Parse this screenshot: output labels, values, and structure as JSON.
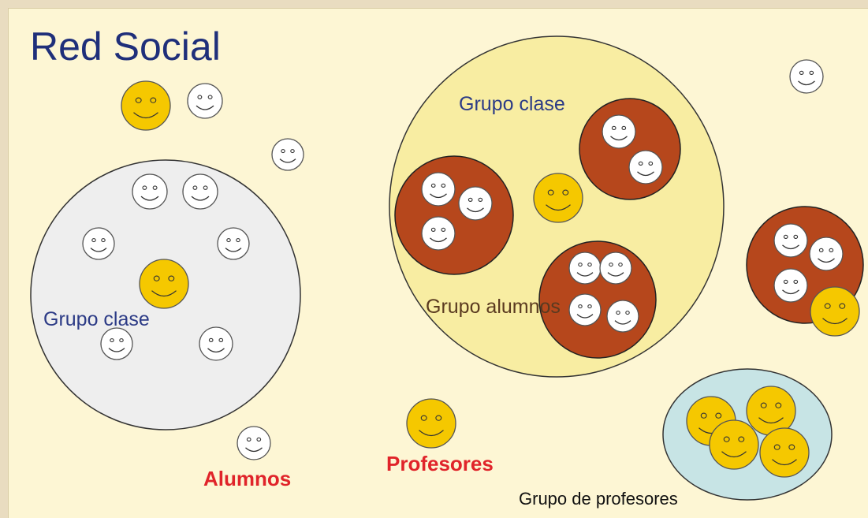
{
  "title": "Red Social",
  "labels": {
    "grupo_clase_left": "Grupo clase",
    "grupo_clase_center": "Grupo clase",
    "grupo_alumnos": "Grupo alumnos",
    "alumnos": "Alumnos",
    "profesores": "Profesores",
    "grupo_profesores": "Grupo de profesores"
  },
  "colors": {
    "page_background": "#fdf6d4",
    "grupo_clase_left_fill": "#eeeeee",
    "grupo_clase_center_fill": "#f8eda2",
    "grupo_alumnos_fill": "#b6471c",
    "grupo_profesores_fill": "#c7e4e5",
    "alumno_face": "#ffffff",
    "profesor_face": "#f5c800"
  },
  "icons": {
    "alumno": "student-smiley-icon",
    "profesor": "teacher-smiley-icon"
  }
}
